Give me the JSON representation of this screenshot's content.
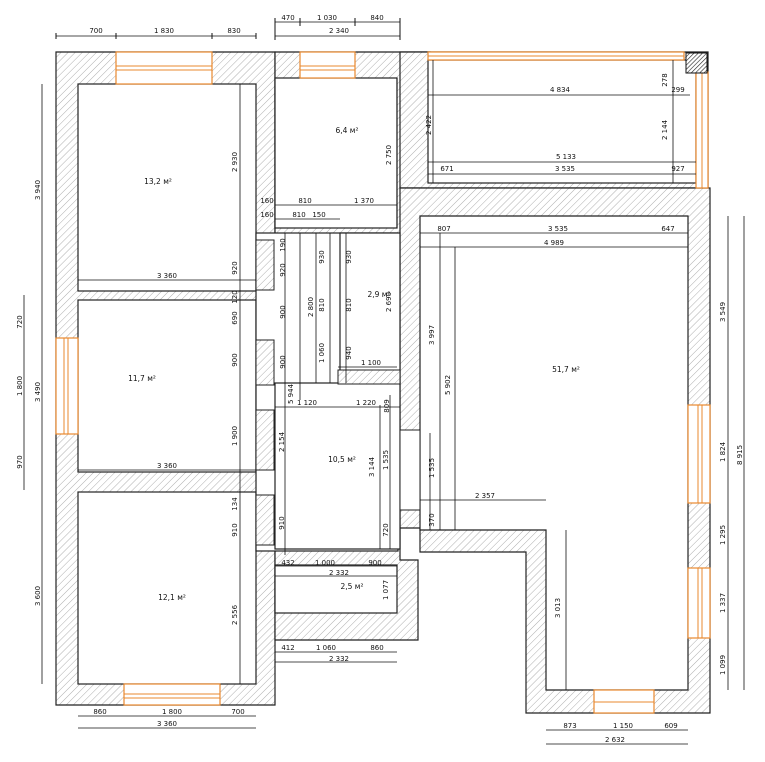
{
  "room_areas": {
    "room_1": "13,2 м²",
    "room_2": "11,7 м²",
    "room_3": "12,1 м²",
    "room_4": "6,4 м²",
    "room_5": "2,9 м²",
    "room_6": "10,5 м²",
    "room_7": "2,5 м²",
    "room_8": "51,7 м²"
  },
  "dims": {
    "top_700": "700",
    "top_1830": "1 830",
    "top_830": "830",
    "top_470": "470",
    "top_1030": "1 030",
    "top_840": "840",
    "top_2340": "2 340",
    "r_4834": "4 834",
    "r_278": "278",
    "r_299": "299",
    "r_2422": "2 422",
    "r_2144": "2 144",
    "r_5133": "5 133",
    "r_671": "671",
    "r_3535a": "3 535",
    "r_927": "927",
    "r_807": "807",
    "r_3535b": "3 535",
    "r_647": "647",
    "r_4989": "4 989",
    "c_2750": "2 750",
    "c_160a": "160",
    "c_810a": "810",
    "c_1370": "1 370",
    "c_160b": "160",
    "c_810b": "810",
    "c_150": "150",
    "c_190": "190",
    "c_920a": "920",
    "c_930a": "930",
    "c_930b": "930",
    "c_900a": "900",
    "c_2800": "2 800",
    "c_810c": "810",
    "c_810d": "810",
    "c_2690": "2 690",
    "c_1060": "1 060",
    "c_940": "940",
    "c_1100": "1 100",
    "c_900b": "900",
    "c_5944": "5 944",
    "c_1120": "1 120",
    "c_1220": "1 220",
    "c_809": "809",
    "c_2154": "2 154",
    "c_3144": "3 144",
    "c_1535a": "1 535",
    "c_910a": "910",
    "c_720a": "720",
    "c_432": "432",
    "c_1000": "1 000",
    "c_900c": "900",
    "c_2332a": "2 332",
    "c_1077": "1 077",
    "c_412": "412",
    "c_1060b": "1 060",
    "c_860": "860",
    "c_2332b": "2 332",
    "l_2930": "2 930",
    "l_3360a": "3 360",
    "l_920": "920",
    "l_120": "120",
    "l_690": "690",
    "l_900": "900",
    "l_1900": "1 900",
    "l_3360b": "3 360",
    "l_134": "134",
    "l_910": "910",
    "l_2556": "2 556",
    "b_860": "860",
    "b_1800": "1 800",
    "b_700": "700",
    "b_3360": "3 360",
    "o_3940": "3 940",
    "o_720": "720",
    "o_1800": "1 800",
    "o_3490": "3 490",
    "o_970": "970",
    "o_3600": "3 600",
    "m_3997": "3 997",
    "m_5902": "5 902",
    "m_1535": "1 535",
    "m_2357": "2 357",
    "m_370": "370",
    "m_3013": "3 013",
    "bb_873": "873",
    "bb_1150": "1 150",
    "bb_609": "609",
    "bb_2632": "2 632",
    "rr_3549": "3 549",
    "rr_8915": "8 915",
    "rr_1824": "1 824",
    "rr_1295": "1 295",
    "rr_1337": "1 337",
    "rr_1099": "1 099"
  }
}
